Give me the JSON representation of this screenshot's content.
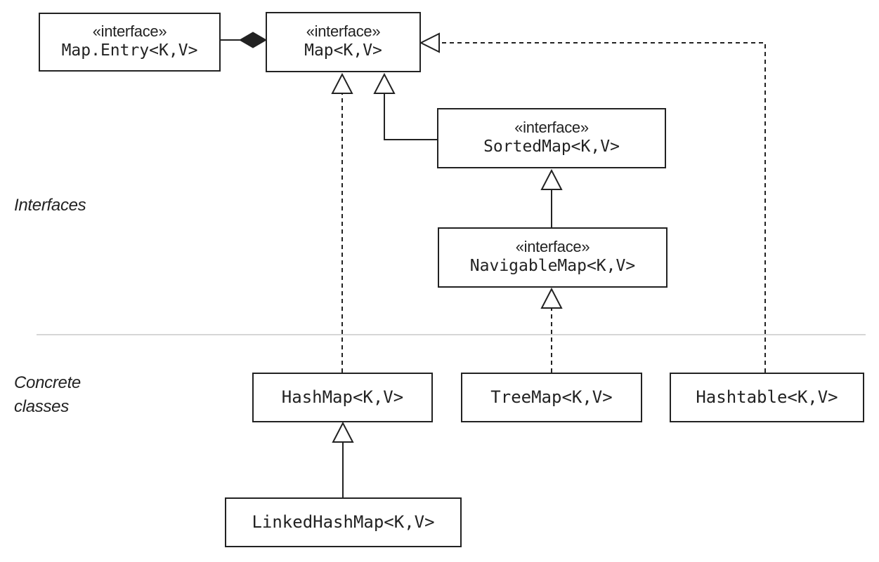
{
  "sections": {
    "interfaces_label": "Interfaces",
    "concrete_line1": "Concrete",
    "concrete_line2": "classes"
  },
  "interfaces": {
    "map_entry": {
      "stereotype": "«interface»",
      "name": "Map.Entry<K,V>"
    },
    "map": {
      "stereotype": "«interface»",
      "name": "Map<K,V>"
    },
    "sorted_map": {
      "stereotype": "«interface»",
      "name": "SortedMap<K,V>"
    },
    "navigable_map": {
      "stereotype": "«interface»",
      "name": "NavigableMap<K,V>"
    }
  },
  "classes": {
    "hash_map": {
      "name": "HashMap<K,V>"
    },
    "tree_map": {
      "name": "TreeMap<K,V>"
    },
    "hashtable": {
      "name": "Hashtable<K,V>"
    },
    "linked_hash_map": {
      "name": "LinkedHashMap<K,V>"
    }
  },
  "colors": {
    "line": "#222222",
    "separator": "#c8c8c8",
    "background": "#ffffff"
  }
}
